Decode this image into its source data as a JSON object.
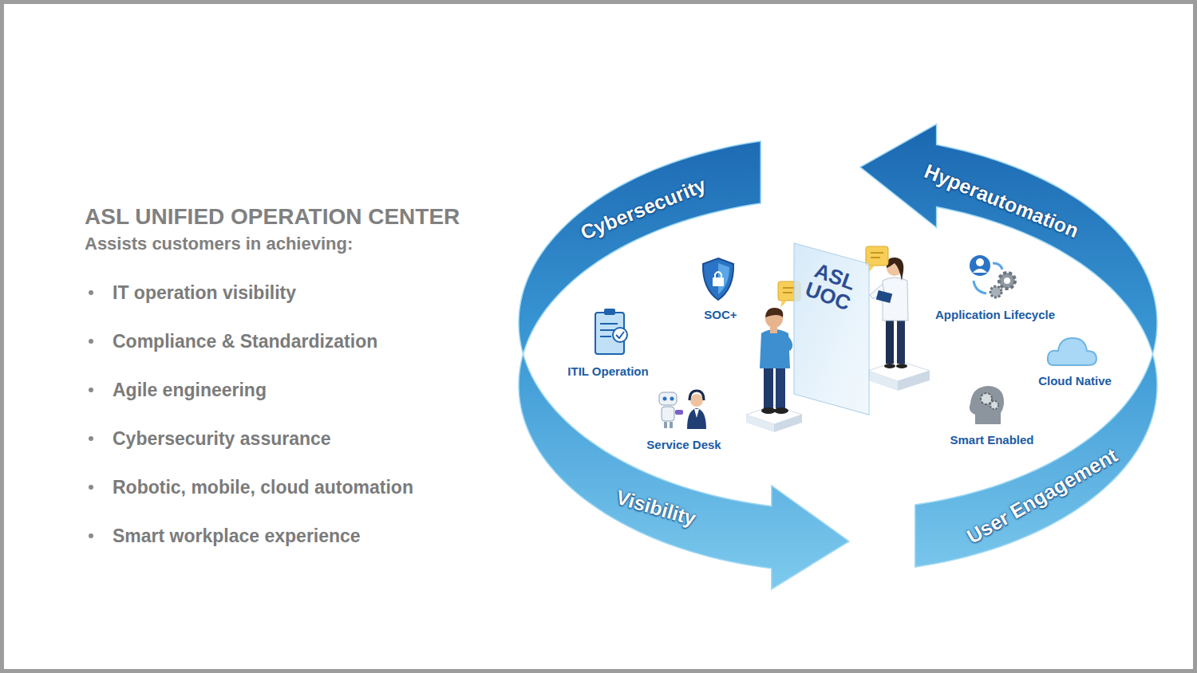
{
  "diagram": {
    "title": "ASL UNIFIED OPERATION CENTER",
    "nodes": [
      {
        "text": [
          "ASL UOC"
        ]
      }
    ],
    "labels": [
      "Assists customers in achieving:",
      "IT operation visibility",
      "Compliance & Standardization",
      "Agile engineering",
      "Cybersecurity assurance",
      "Robotic, mobile, cloud automation",
      "Smart workplace experience",
      "Cybersecurity",
      "Hyperautomation",
      "Visibility",
      "User Engagement",
      "SOC+",
      "ITIL Operation",
      "Service Desk",
      "Application Lifecycle",
      "Cloud Native",
      "Smart Enabled"
    ]
  }
}
